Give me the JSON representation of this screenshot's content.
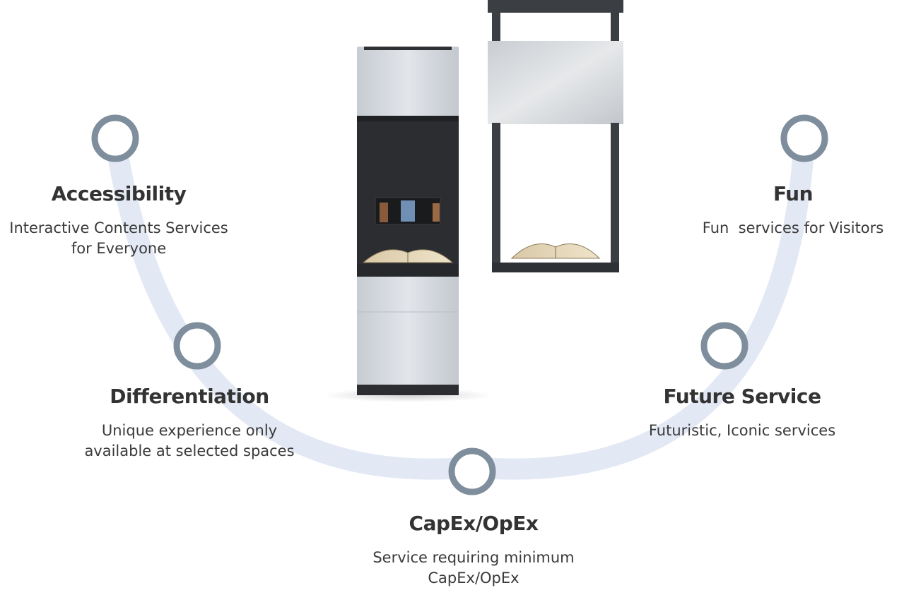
{
  "features": [
    {
      "key": "accessibility",
      "title": "Accessibility",
      "desc": [
        "Interactive Contents Services",
        "for Everyone"
      ]
    },
    {
      "key": "differentiation",
      "title": "Differentiation",
      "desc": [
        "Unique experience only",
        "available at selected spaces"
      ]
    },
    {
      "key": "capex",
      "title": "CapEx/OpEx",
      "desc": [
        "Service requiring minimum",
        "CapEx/OpEx"
      ]
    },
    {
      "key": "future",
      "title": "Future Service",
      "desc": [
        "Futuristic, Iconic services"
      ]
    },
    {
      "key": "fun",
      "title": "Fun",
      "desc": [
        "Fun  services for Visitors"
      ]
    }
  ],
  "colors": {
    "arc": "#e3e8f5",
    "node_ring": "#7e8e9c",
    "title_text": "#333333",
    "desc_text": "#3a3a3a",
    "kiosk_silver": "#d4d8dd",
    "kiosk_dark": "#2b2d30",
    "frame_dark": "#3b3f44"
  },
  "icons": {
    "nodes": "circle-ring-icon",
    "kiosk_left": "standing-kiosk-illustration",
    "kiosk_right": "hanging-kiosk-illustration"
  }
}
